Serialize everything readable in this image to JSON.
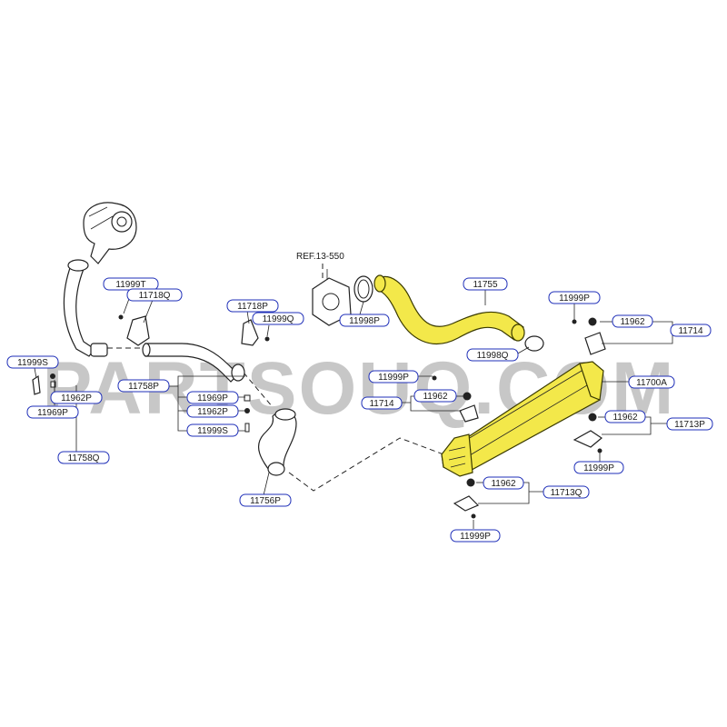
{
  "watermark": "PARTSOUQ.COM",
  "reference": "REF.13-550",
  "labels": [
    {
      "id": "l-11999T",
      "text": "11999T"
    },
    {
      "id": "l-11718Q",
      "text": "11718Q"
    },
    {
      "id": "l-11718P",
      "text": "11718P"
    },
    {
      "id": "l-11999Q",
      "text": "11999Q"
    },
    {
      "id": "l-11999S-left",
      "text": "11999S"
    },
    {
      "id": "l-11962P-left",
      "text": "11962P"
    },
    {
      "id": "l-11969P-left",
      "text": "11969P"
    },
    {
      "id": "l-11758Q",
      "text": "11758Q"
    },
    {
      "id": "l-11758P",
      "text": "11758P"
    },
    {
      "id": "l-11969P-mid",
      "text": "11969P"
    },
    {
      "id": "l-11962P-mid",
      "text": "11962P"
    },
    {
      "id": "l-11999S-mid",
      "text": "11999S"
    },
    {
      "id": "l-11756P",
      "text": "11756P"
    },
    {
      "id": "l-11998P",
      "text": "11998P"
    },
    {
      "id": "l-11755",
      "text": "11755"
    },
    {
      "id": "l-11998Q",
      "text": "11998Q"
    },
    {
      "id": "l-11999P-a",
      "text": "11999P"
    },
    {
      "id": "l-11962-a",
      "text": "11962"
    },
    {
      "id": "l-11714-right",
      "text": "11714"
    },
    {
      "id": "l-11700A",
      "text": "11700A"
    },
    {
      "id": "l-11999P-b",
      "text": "11999P"
    },
    {
      "id": "l-11714-left",
      "text": "11714"
    },
    {
      "id": "l-11962-b",
      "text": "11962"
    },
    {
      "id": "l-11962-c",
      "text": "11962"
    },
    {
      "id": "l-11713P",
      "text": "11713P"
    },
    {
      "id": "l-11999P-c",
      "text": "11999P"
    },
    {
      "id": "l-11962-d",
      "text": "11962"
    },
    {
      "id": "l-11713Q",
      "text": "11713Q"
    },
    {
      "id": "l-11999P-d",
      "text": "11999P"
    }
  ],
  "colors": {
    "label_border": "#1f2fb8",
    "highlight": "#f3e84a",
    "line": "#222222",
    "watermark": "#9a9a9a"
  }
}
